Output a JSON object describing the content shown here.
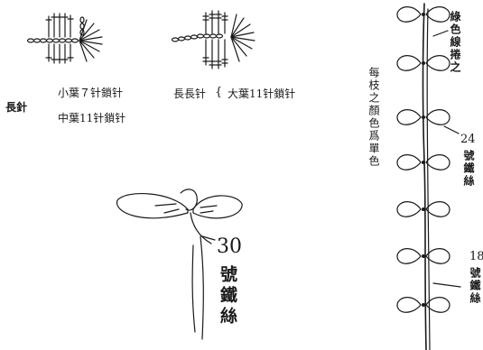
{
  "labels": {
    "long_needle": "長針",
    "small_leaf": "小葉７针鎖针",
    "middle_leaf": "中葉11针鎖针",
    "long_long_needle": "長長针",
    "brace": "{",
    "large_leaf": "大葉11针鎖针",
    "green_thread": "綠色線捲之",
    "per_branch_color": "每枝之顏色爲單色",
    "wire_24_num": "24",
    "wire_24_text": "號鐵絲",
    "wire_18_num": "18",
    "wire_18_text": "號鐵絲",
    "wire_30_num": "30",
    "wire_30_text": "號鐵絲"
  }
}
